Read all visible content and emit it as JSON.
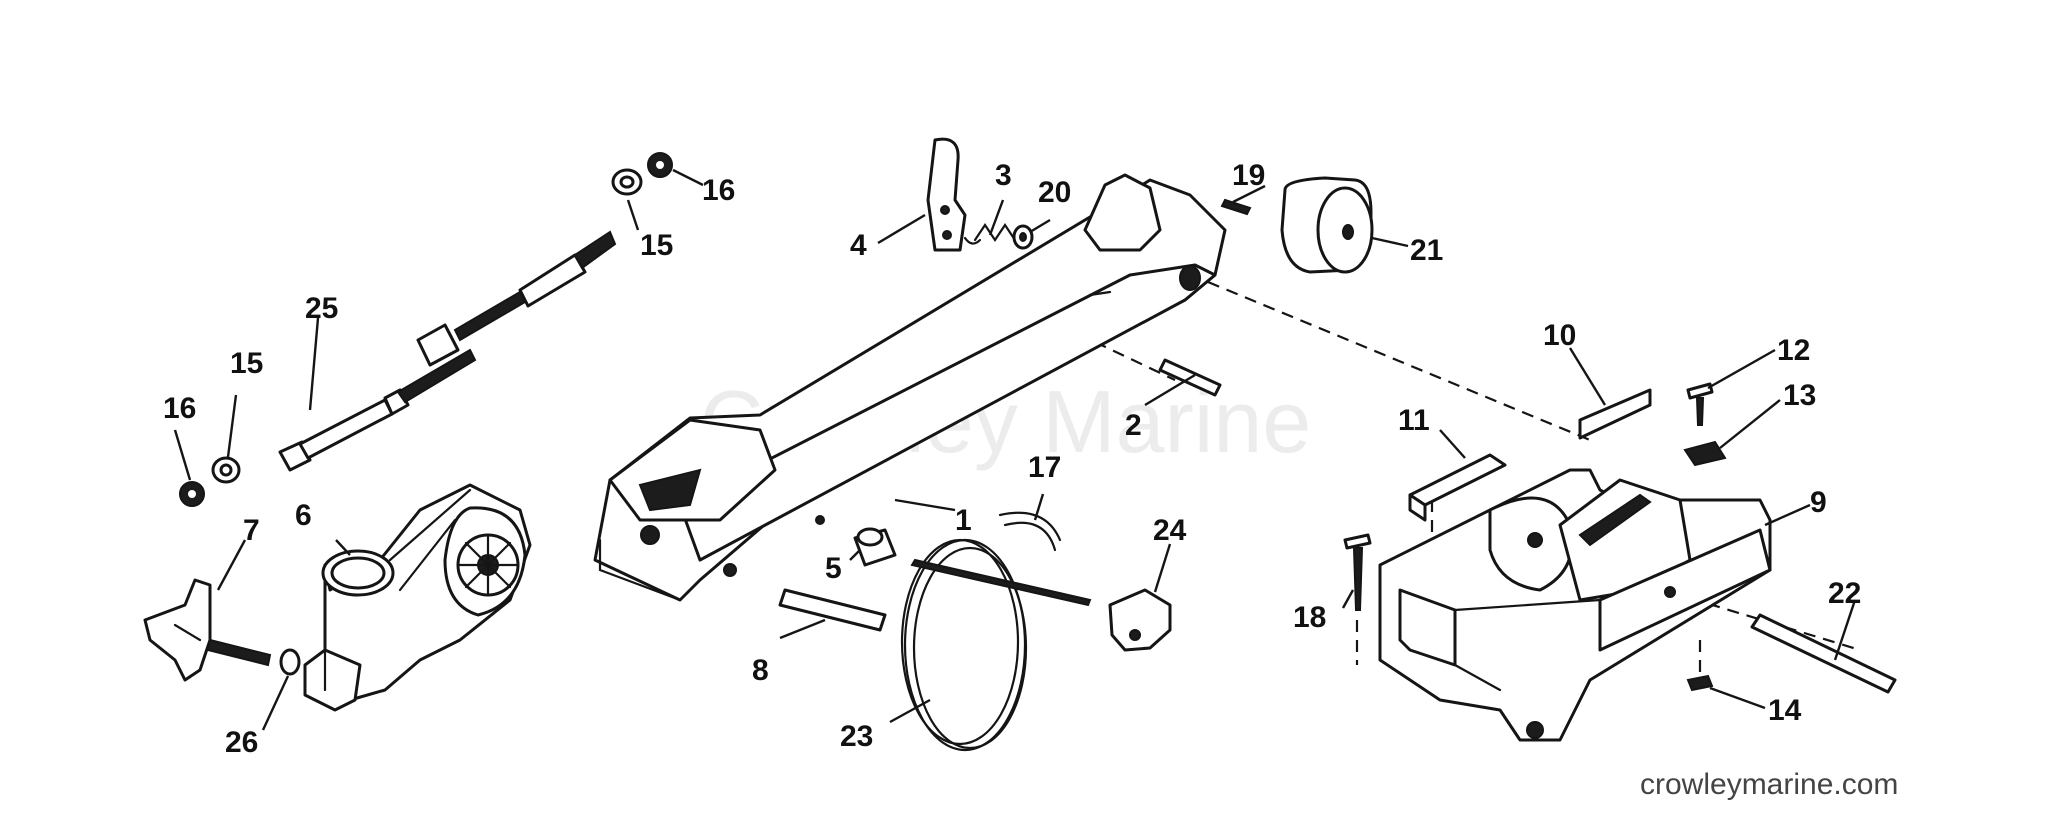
{
  "watermark": "Crowley Marine",
  "site": "crowleymarine.com",
  "callouts": [
    "1",
    "2",
    "3",
    "4",
    "5",
    "6",
    "7",
    "8",
    "9",
    "10",
    "11",
    "12",
    "13",
    "14",
    "15",
    "15",
    "16",
    "16",
    "17",
    "18",
    "19",
    "20",
    "21",
    "22",
    "23",
    "24",
    "25",
    "26"
  ]
}
